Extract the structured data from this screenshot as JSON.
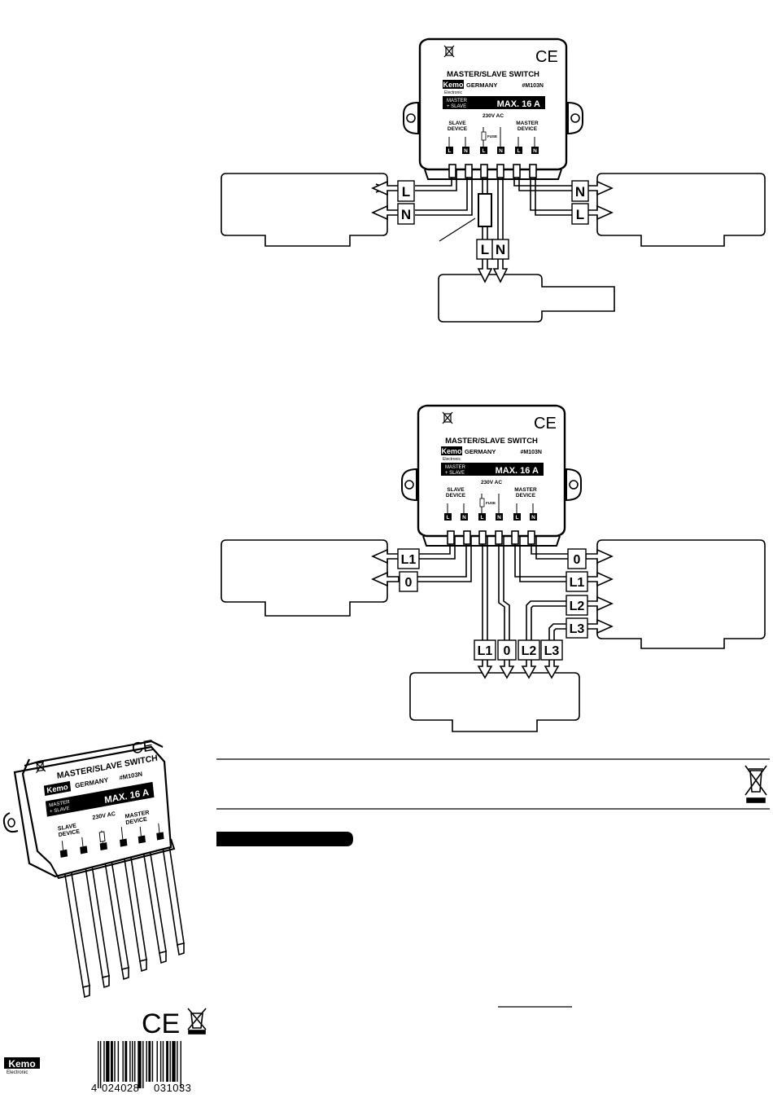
{
  "module": {
    "title": "MASTER/SLAVE SWITCH",
    "brand": "Kemo",
    "brand_sub": "Electronic",
    "country": "GERMANY",
    "model": "#M103N",
    "mode_line1": "MASTER",
    "mode_line2": "+ SLAVE",
    "max_current": "MAX. 16 A",
    "slave_line1": "SLAVE",
    "slave_line2": "DEVICE",
    "voltage": "230V AC",
    "fuse": "FUSE",
    "master_line1": "MASTER",
    "master_line2": "DEVICE",
    "term_l": "L",
    "term_n": "N",
    "ce": "CE"
  },
  "diagram1": {
    "left_top": "L",
    "left_bottom": "N",
    "right_top": "N",
    "right_bottom": "L",
    "bottom_left": "L",
    "bottom_right": "N"
  },
  "diagram2": {
    "left_top": "L1",
    "left_bottom": "0",
    "right_1": "0",
    "right_2": "L1",
    "right_3": "L2",
    "right_4": "L3",
    "bottom_1": "L1",
    "bottom_2": "0",
    "bottom_3": "L2",
    "bottom_4": "L3"
  },
  "footer": {
    "ce": "CE",
    "brand": "Kemo",
    "brand_sub": "Electronic",
    "barcode_left": "4",
    "barcode_mid": "024028",
    "barcode_right": "031033"
  },
  "colors": {
    "ink": "#000000",
    "paper": "#ffffff"
  },
  "icons": [
    "wheelie-bin-icon",
    "ce-mark-icon",
    "barcode-icon"
  ]
}
